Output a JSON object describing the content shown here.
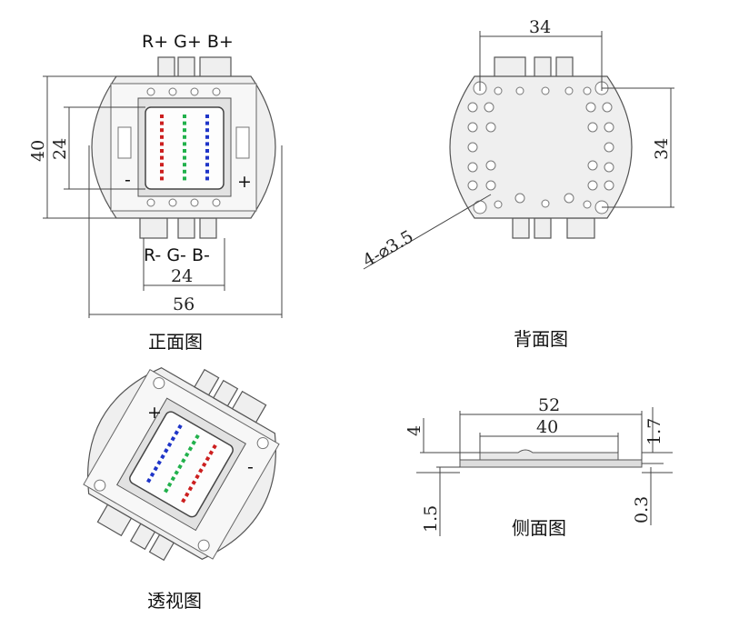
{
  "front": {
    "top_pins": "R+ G+ B+",
    "bottom_pins": "R- G- B-",
    "dim_height": "40",
    "dim_inner_height": "24",
    "dim_inner_width": "24",
    "dim_width": "56",
    "minus_mark": "-",
    "plus_mark": "+",
    "caption": "正面图"
  },
  "back": {
    "dim_top": "34",
    "dim_right": "34",
    "hole_note": "4-⌀3.5",
    "caption": "背面图"
  },
  "perspective": {
    "plus_mark": "+",
    "minus_mark": "-",
    "caption": "透视图"
  },
  "side": {
    "dim_total": "52",
    "dim_inner": "40",
    "dim_left_top": "4",
    "dim_left_bottom": "1.5",
    "dim_right_top": "1.7",
    "dim_right_bottom": "0.3",
    "caption": "侧面图"
  },
  "colors": {
    "red": "#cc1f1f",
    "green": "#22b14c",
    "blue": "#1f35c8"
  }
}
